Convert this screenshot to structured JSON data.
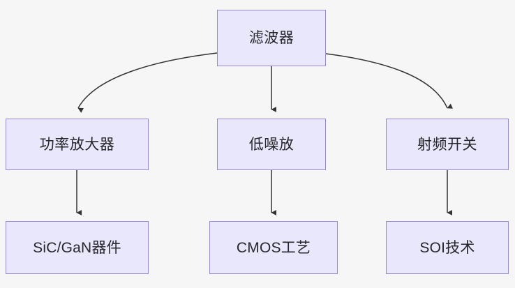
{
  "diagram": {
    "type": "flowchart",
    "direction": "top-down",
    "background_color": "#f7f6f7",
    "node_fill_color": "#e9e7fb",
    "node_border_color": "#9a88cf",
    "edge_color": "#333333",
    "text_color": "#26262b",
    "nodes": [
      {
        "id": "filter",
        "label": "滤波器",
        "level": 1,
        "column": "center"
      },
      {
        "id": "pa",
        "label": "功率放大器",
        "level": 2,
        "column": "left"
      },
      {
        "id": "lna",
        "label": "低噪放",
        "level": 2,
        "column": "center"
      },
      {
        "id": "rfsw",
        "label": "射频开关",
        "level": 2,
        "column": "right"
      },
      {
        "id": "sicgan",
        "label": "SiC/GaN器件",
        "level": 3,
        "column": "left"
      },
      {
        "id": "cmos",
        "label": "CMOS工艺",
        "level": 3,
        "column": "center"
      },
      {
        "id": "soi",
        "label": "SOI技术",
        "level": 3,
        "column": "right"
      }
    ],
    "edges": [
      {
        "from": "filter",
        "to": "pa",
        "style": "curved",
        "arrowhead": true
      },
      {
        "from": "filter",
        "to": "lna",
        "style": "straight",
        "arrowhead": true
      },
      {
        "from": "filter",
        "to": "rfsw",
        "style": "curved",
        "arrowhead": true
      },
      {
        "from": "pa",
        "to": "sicgan",
        "style": "straight",
        "arrowhead": true
      },
      {
        "from": "lna",
        "to": "cmos",
        "style": "straight",
        "arrowhead": true
      },
      {
        "from": "rfsw",
        "to": "soi",
        "style": "straight",
        "arrowhead": true
      }
    ]
  }
}
